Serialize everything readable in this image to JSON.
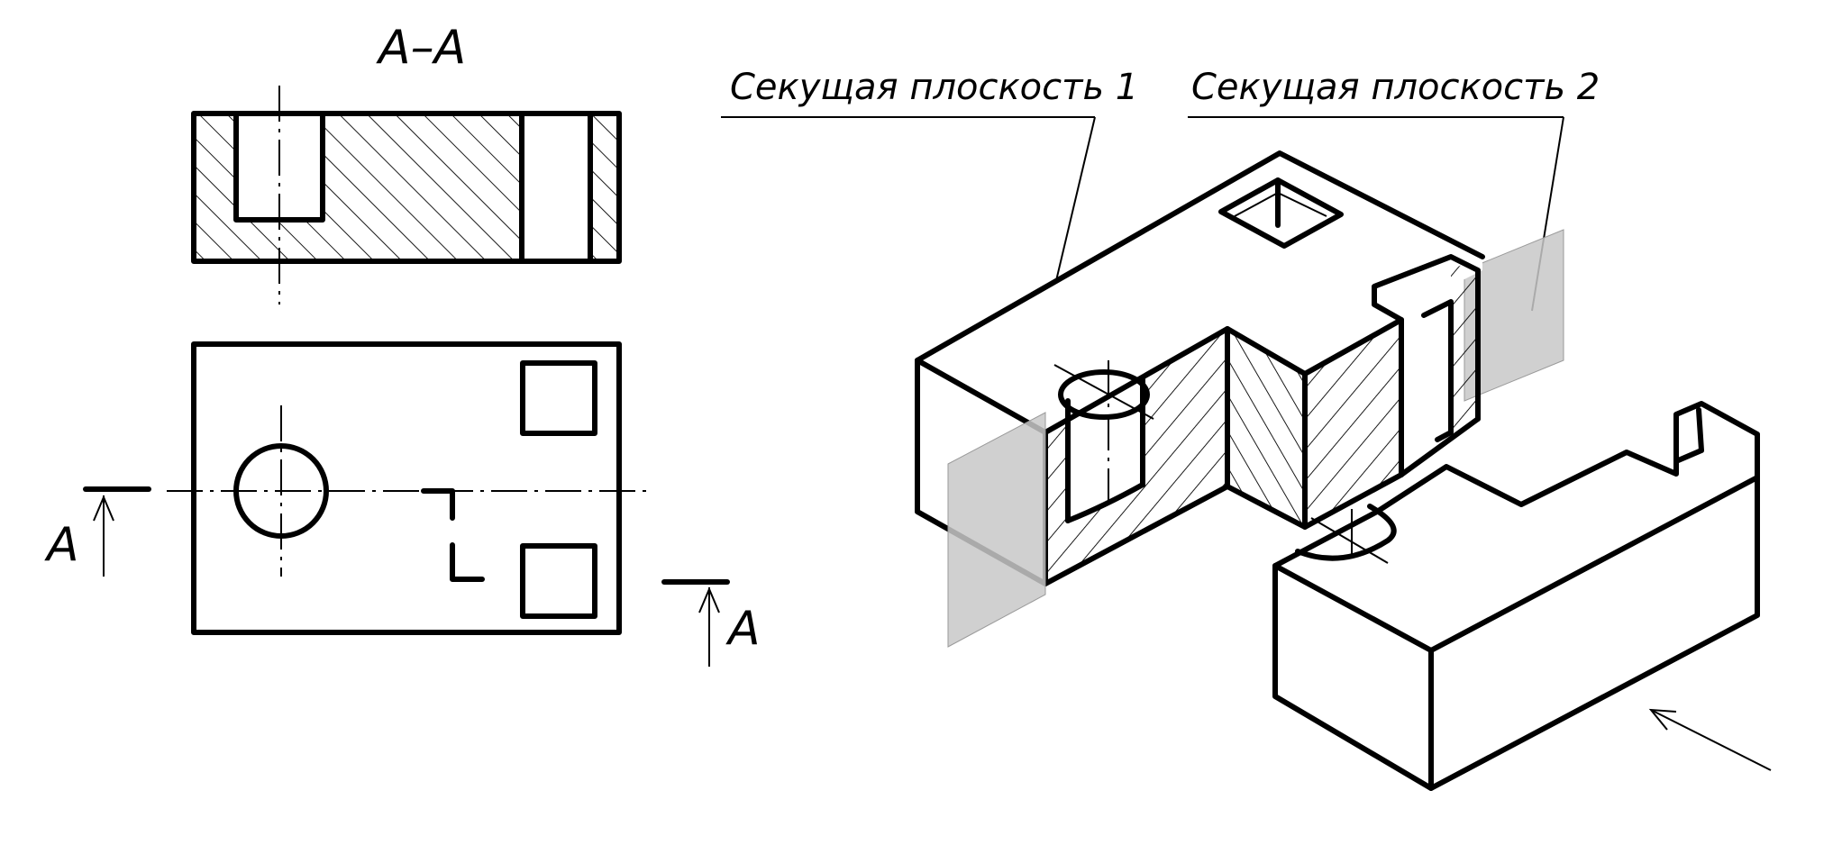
{
  "drawing": {
    "section_title": "А–А",
    "cut_marker_letter": "А",
    "cutting_planes": [
      {
        "label": "Секущая плоскость 1"
      },
      {
        "label": "Секущая плоскость 2"
      }
    ]
  }
}
